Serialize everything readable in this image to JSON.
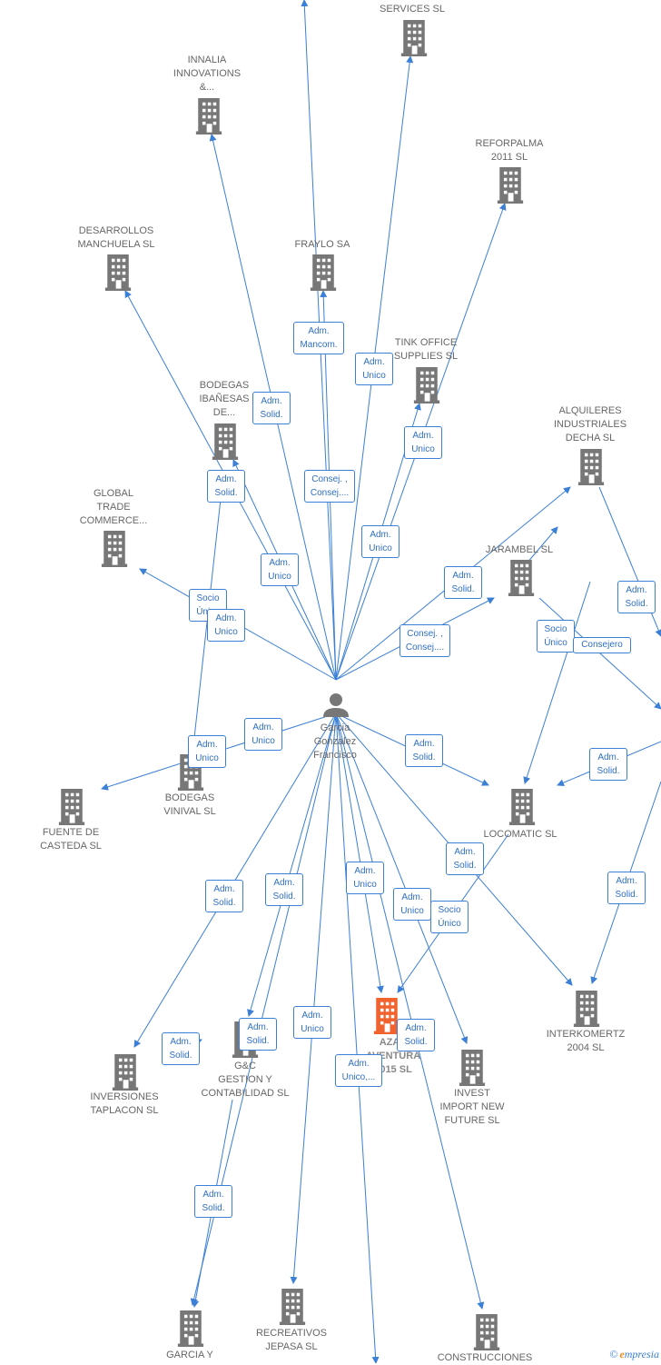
{
  "center": {
    "name": "Garcia\nGonzalez\nFrancisco",
    "color": "#777777"
  },
  "colors": {
    "edge": "#3b7fd6",
    "building": "#777777",
    "highlight": "#f0622e",
    "label": "#666666"
  },
  "nodes": [
    {
      "id": "services",
      "label": "SERVICES SL",
      "highlight": false
    },
    {
      "id": "innalia",
      "label": "INNALIA\nINNOVATIONS\n&...",
      "highlight": false
    },
    {
      "id": "reforpalma",
      "label": "REFORPALMA\n2011 SL",
      "highlight": false
    },
    {
      "id": "desarrollos",
      "label": "DESARROLLOS\nMANCHUELA SL",
      "highlight": false
    },
    {
      "id": "fraylo",
      "label": "FRAYLO SA",
      "highlight": false
    },
    {
      "id": "tink",
      "label": "TINK OFFICE\nSUPPLIES SL",
      "highlight": false
    },
    {
      "id": "bodegas_ib",
      "label": "BODEGAS\nIBAÑESAS\nDE...",
      "highlight": false
    },
    {
      "id": "alquileres",
      "label": "ALQUILERES\nINDUSTRIALES\nDECHA  SL",
      "highlight": false
    },
    {
      "id": "global",
      "label": "GLOBAL\nTRADE\nCOMMERCE...",
      "highlight": false
    },
    {
      "id": "jarambel",
      "label": "JARAMBEL SL",
      "highlight": false
    },
    {
      "id": "fuente",
      "label": "FUENTE DE\nCASTEDA SL",
      "highlight": false
    },
    {
      "id": "bodegas_vin",
      "label": "BODEGAS\nVINIVAL SL",
      "highlight": false
    },
    {
      "id": "locomatic",
      "label": "LOCOMATIC SL",
      "highlight": false
    },
    {
      "id": "azar",
      "label": "AZAR\nAVENTURA\n2015  SL",
      "highlight": true
    },
    {
      "id": "interkomertz",
      "label": "INTERKOMERTZ\n2004 SL",
      "highlight": false
    },
    {
      "id": "inversiones",
      "label": "INVERSIONES\nTAPLACON SL",
      "highlight": false
    },
    {
      "id": "gyc",
      "label": "G&C\nGESTION Y\nCONTABILIDAD SL",
      "highlight": false
    },
    {
      "id": "invest",
      "label": "INVEST\nIMPORT NEW\nFUTURE SL",
      "highlight": false
    },
    {
      "id": "garcia_y",
      "label": "GARCIA Y",
      "highlight": false
    },
    {
      "id": "recreativos",
      "label": "RECREATIVOS\nJEPASA SL",
      "highlight": false
    },
    {
      "id": "construcciones",
      "label": "CONSTRUCCIONES",
      "highlight": false
    }
  ],
  "edge_labels": [
    {
      "id": "e_fraylo",
      "text": "Adm.\nMancom."
    },
    {
      "id": "e_services",
      "text": "Adm.\nUnico"
    },
    {
      "id": "e_innalia",
      "text": "Adm.\nSolid."
    },
    {
      "id": "e_tink1",
      "text": "Adm.\nUnico"
    },
    {
      "id": "e_bodegas_ib",
      "text": "Adm.\nSolid."
    },
    {
      "id": "e_consej1",
      "text": "Consej. ,\nConsej...."
    },
    {
      "id": "e_tink2",
      "text": "Adm.\nUnico"
    },
    {
      "id": "e_desarrollos",
      "text": "Adm.\nUnico"
    },
    {
      "id": "e_alquileres",
      "text": "Adm.\nSolid."
    },
    {
      "id": "e_global_socio",
      "text": "Socio\nÚnico"
    },
    {
      "id": "e_global",
      "text": "Adm.\nUnico"
    },
    {
      "id": "e_jarambel",
      "text": "Consej. ,\nConsej...."
    },
    {
      "id": "e_socio_unico2",
      "text": "Socio\nÚnico"
    },
    {
      "id": "e_consejero",
      "text": "Consejero"
    },
    {
      "id": "e_alq_right",
      "text": "Adm.\nSolid."
    },
    {
      "id": "e_fuente",
      "text": "Adm.\nUnico"
    },
    {
      "id": "e_bodegas_vin",
      "text": "Adm.\nUnico"
    },
    {
      "id": "e_locomatic",
      "text": "Adm.\nSolid."
    },
    {
      "id": "e_loc_right",
      "text": "Adm.\nSolid."
    },
    {
      "id": "e_interk",
      "text": "Adm.\nSolid."
    },
    {
      "id": "e_inversiones",
      "text": "Adm.\nSolid."
    },
    {
      "id": "e_gyc1",
      "text": "Adm.\nSolid."
    },
    {
      "id": "e_azar1",
      "text": "Adm.\nUnico"
    },
    {
      "id": "e_azar2",
      "text": "Adm.\nUnico"
    },
    {
      "id": "e_socio_unico3",
      "text": "Socio\nÚnico"
    },
    {
      "id": "e_interk_right",
      "text": "Adm.\nSolid."
    },
    {
      "id": "e_inv2",
      "text": "Adm.\nSolid."
    },
    {
      "id": "e_gyc2",
      "text": "Adm.\nSolid."
    },
    {
      "id": "e_recreativos",
      "text": "Adm.\nUnico"
    },
    {
      "id": "e_invest",
      "text": "Adm.\nSolid."
    },
    {
      "id": "e_construcciones",
      "text": "Adm.\nUnico,..."
    },
    {
      "id": "e_garcia",
      "text": "Adm.\nSolid."
    }
  ],
  "footer": {
    "copyright": "©",
    "brand_e": "e",
    "brand_rest": "mpresia"
  }
}
